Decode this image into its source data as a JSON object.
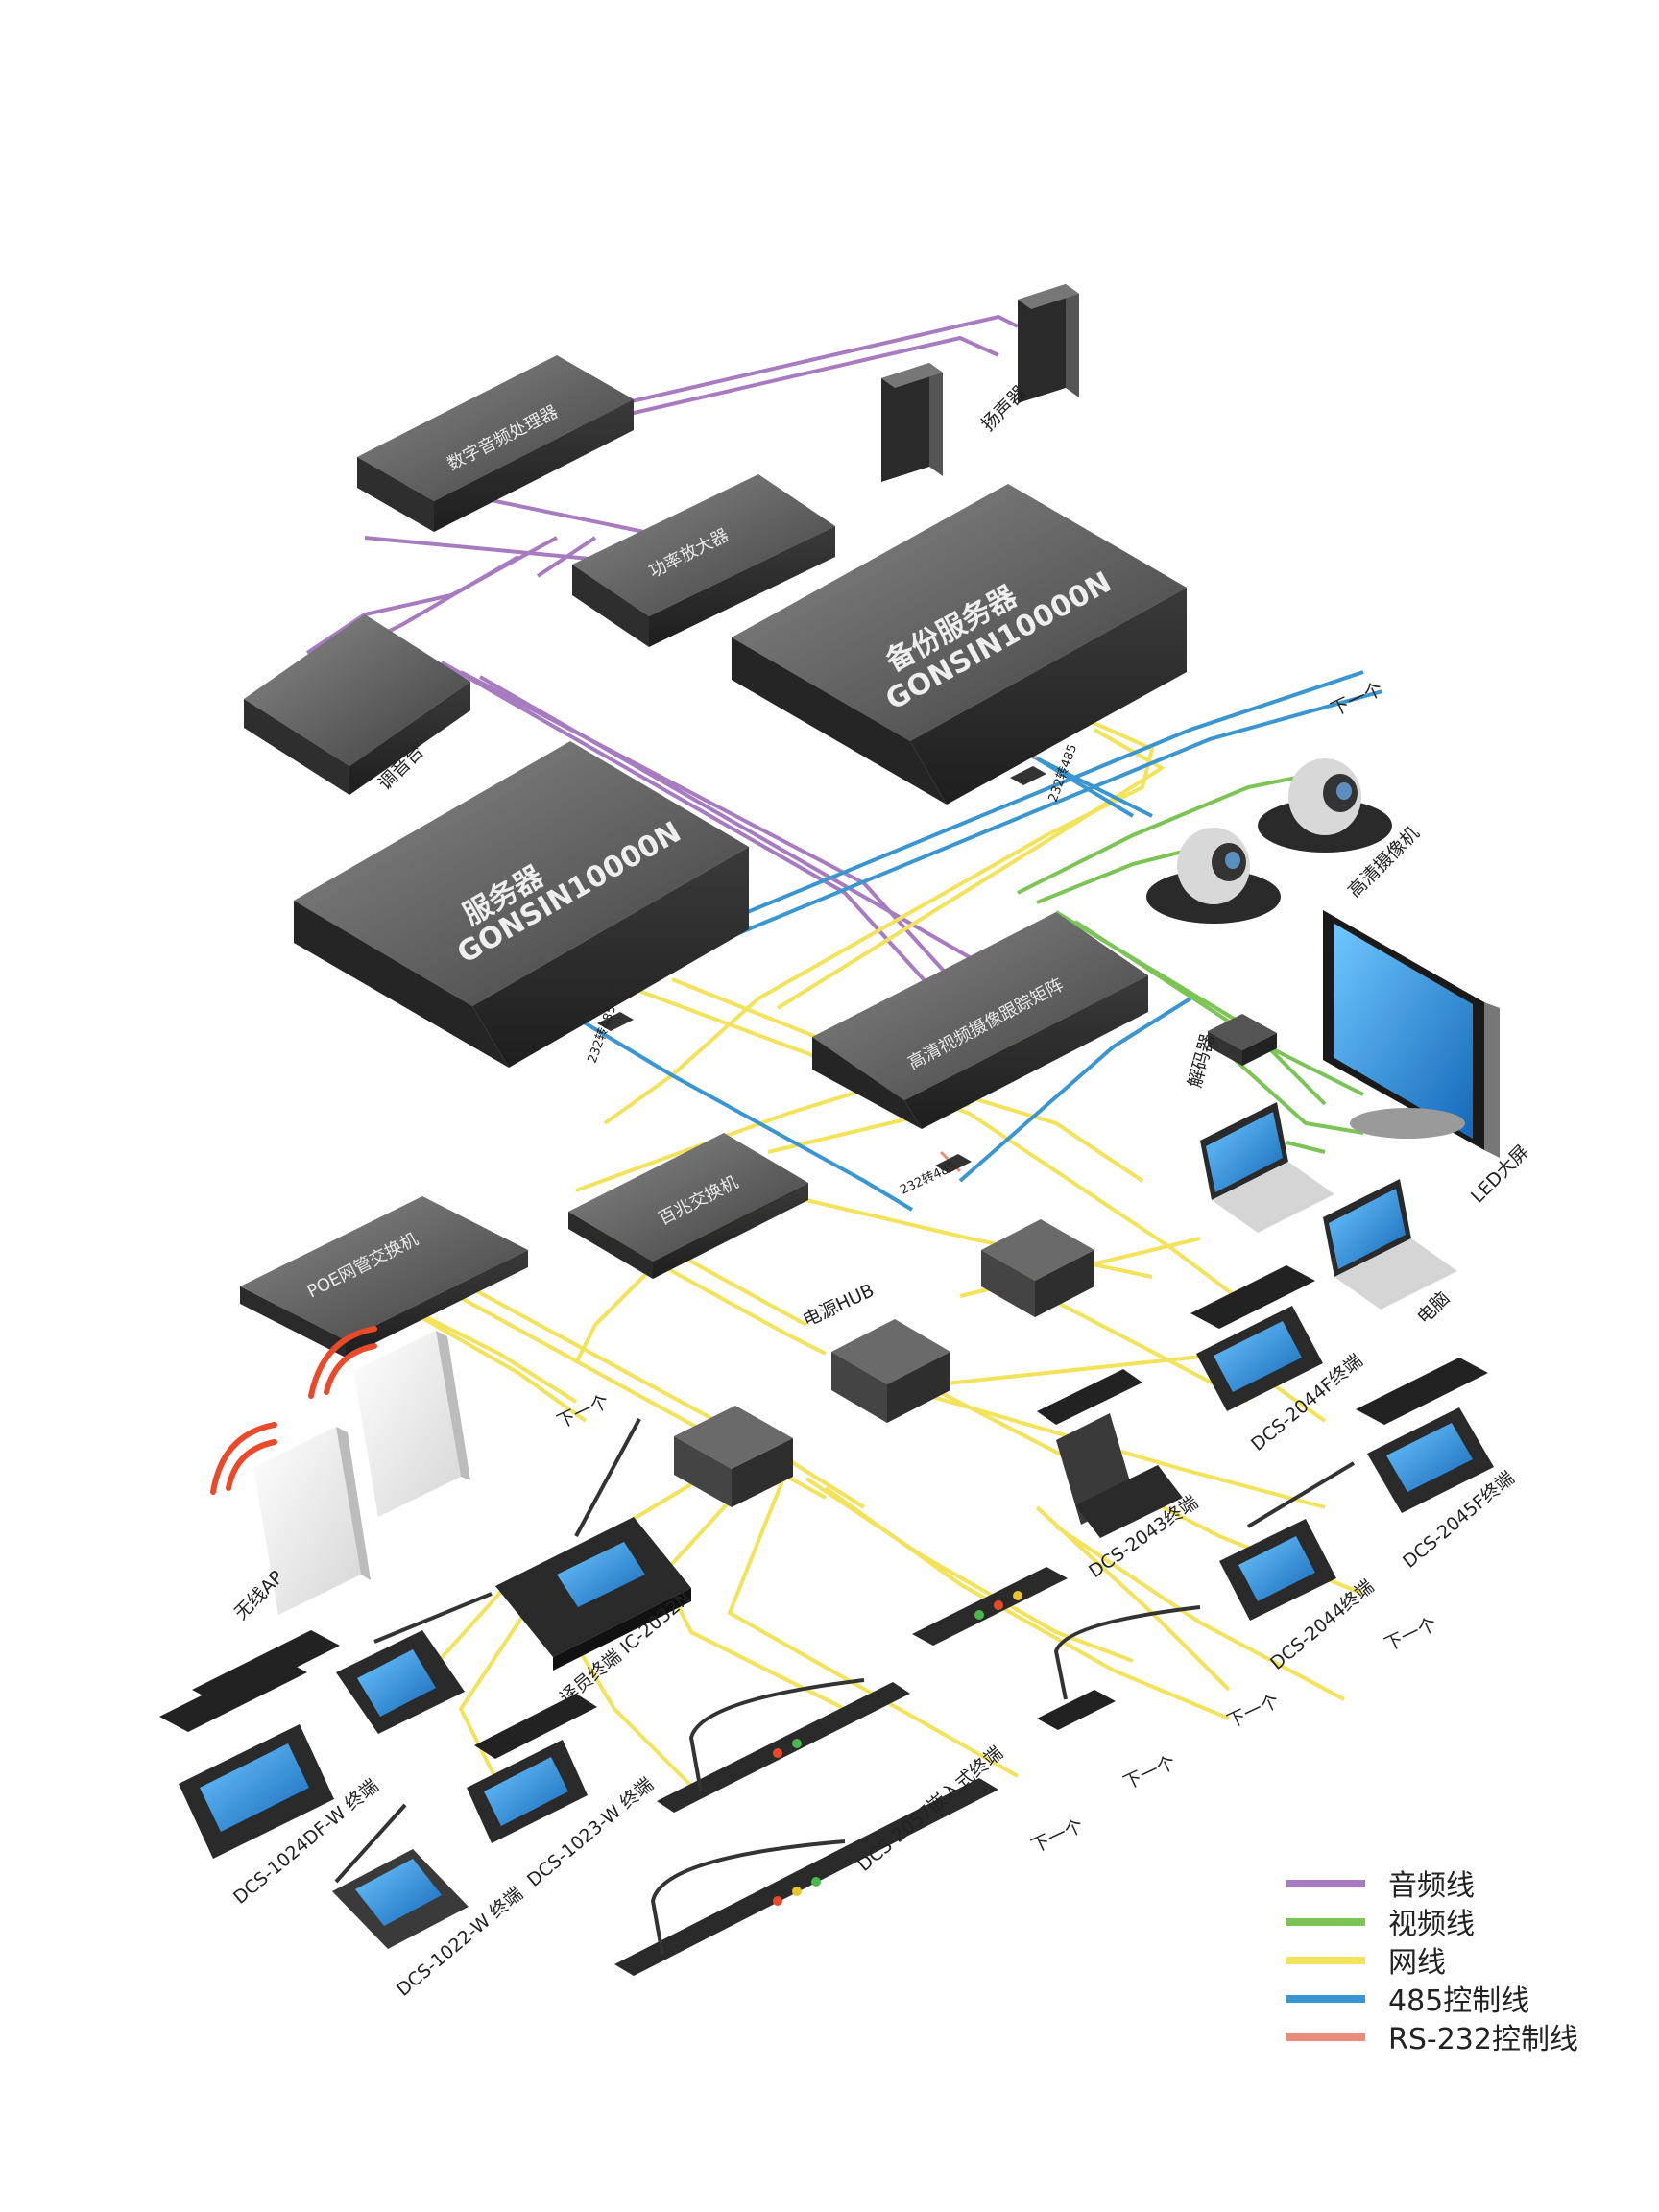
{
  "devices": {
    "dsp": "数字音频处理器",
    "amp": "功率放大器",
    "speaker": "扬声器",
    "mixer": "调音台",
    "backup_server_cn": "备份服务器",
    "backup_server_model": "GONSIN10000N",
    "server_cn": "服务器",
    "server_model": "GONSIN10000N",
    "camera": "高清摄像机",
    "matrix": "高清视频摄像跟踪矩阵",
    "decoder": "解码器",
    "led": "LED大屏",
    "computer": "电脑",
    "switch100": "百兆交换机",
    "poe_switch": "POE网管交换机",
    "power_hub": "电源HUB",
    "wireless_ap": "无线AP",
    "interp": "译员终端 IC-2032N",
    "dcs2043": "DCS-2043终端",
    "dcs2044f": "DCS-2044F终端",
    "dcs2045f": "DCS-2045F终端",
    "dcs2044": "DCS-2044终端",
    "dcs1024": "DCS-1024DF-W 终端",
    "dcs1023": "DCS-1023-W 终端",
    "dcs1022": "DCS-1022-W 终端",
    "dcs2057": "DCS-2057嵌入式终端",
    "conv_a": "232转485",
    "conv_b": "232转485",
    "conv_c": "232转485"
  },
  "next_labels": [
    "下一个",
    "下一个",
    "下一个",
    "下一个",
    "下一个",
    "下一个"
  ],
  "legend": {
    "items": [
      {
        "label": "音频线",
        "color": "#a77bc0"
      },
      {
        "label": "视频线",
        "color": "#7cc455"
      },
      {
        "label": "网线",
        "color": "#f2e35a"
      },
      {
        "label": "485控制线",
        "color": "#3a96d0"
      },
      {
        "label": "RS-232控制线",
        "color": "#e98c7c"
      }
    ]
  },
  "colors": {
    "audio": "#a77bc0",
    "video": "#7cc455",
    "network": "#f2e35a",
    "rs485": "#3a96d0",
    "rs232": "#e98c7c",
    "device_dark": "#4a4a4a",
    "device_top": "#5f5f5f",
    "wifi": "#e94a2a"
  }
}
